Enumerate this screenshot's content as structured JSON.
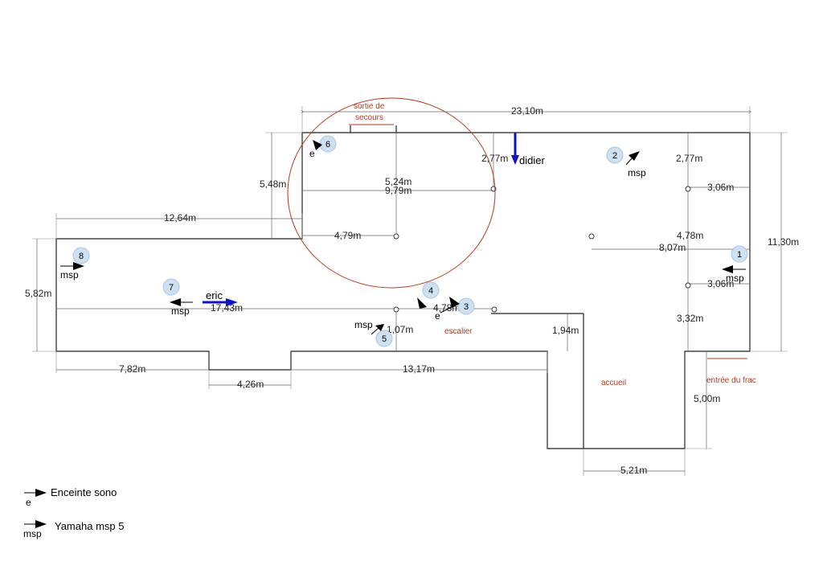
{
  "dimensions": {
    "top_total": "23,10m",
    "right_total": "11,30m",
    "top_left_step": "5,48m",
    "left_upper": "12,64m",
    "left_height": "5,82m",
    "mid_vertical": "5,24m",
    "mid_horizontal": "9,79m",
    "mid_short": "4,79m",
    "center_top": "2,77m",
    "right_top": "2,77m",
    "right_inset_upper": "3,06m",
    "right_mid": "4,78m",
    "right_to_point": "8,07m",
    "right_inset_lower": "3,06m",
    "right_bottom": "3,32m",
    "long_horizontal": "17,43m",
    "center_gap": "4,78m",
    "small_vertical": "1,07m",
    "stair_height": "1,94m",
    "bottom_left": "7,82m",
    "bottom_notch": "4,26m",
    "bottom_mid": "13,17m",
    "accueil_height": "5,00m",
    "accueil_width": "5,21m"
  },
  "annotations": {
    "emergency_exit": [
      "sortie de",
      "secours"
    ],
    "stairs": "escalier",
    "reception": "accueil",
    "coat_check": "entrée du frac"
  },
  "positions": [
    {
      "number": "1",
      "label": "msp"
    },
    {
      "number": "2",
      "label": "msp"
    },
    {
      "number": "3",
      "label": "e"
    },
    {
      "number": "4",
      "label": ""
    },
    {
      "number": "5",
      "label": "msp"
    },
    {
      "number": "6",
      "label": "e"
    },
    {
      "number": "7",
      "label": "msp"
    },
    {
      "number": "8",
      "label": "msp"
    }
  ],
  "people": {
    "didier": "didier",
    "eric": "eric"
  },
  "legend": [
    {
      "symbol": "e",
      "text": "Enceinte sono"
    },
    {
      "symbol": "msp",
      "text": "Yamaha msp 5"
    }
  ],
  "colors": {
    "badge": "#cfe0f3",
    "annotation": "#b5381c",
    "person_arrow": "#1010cc"
  }
}
